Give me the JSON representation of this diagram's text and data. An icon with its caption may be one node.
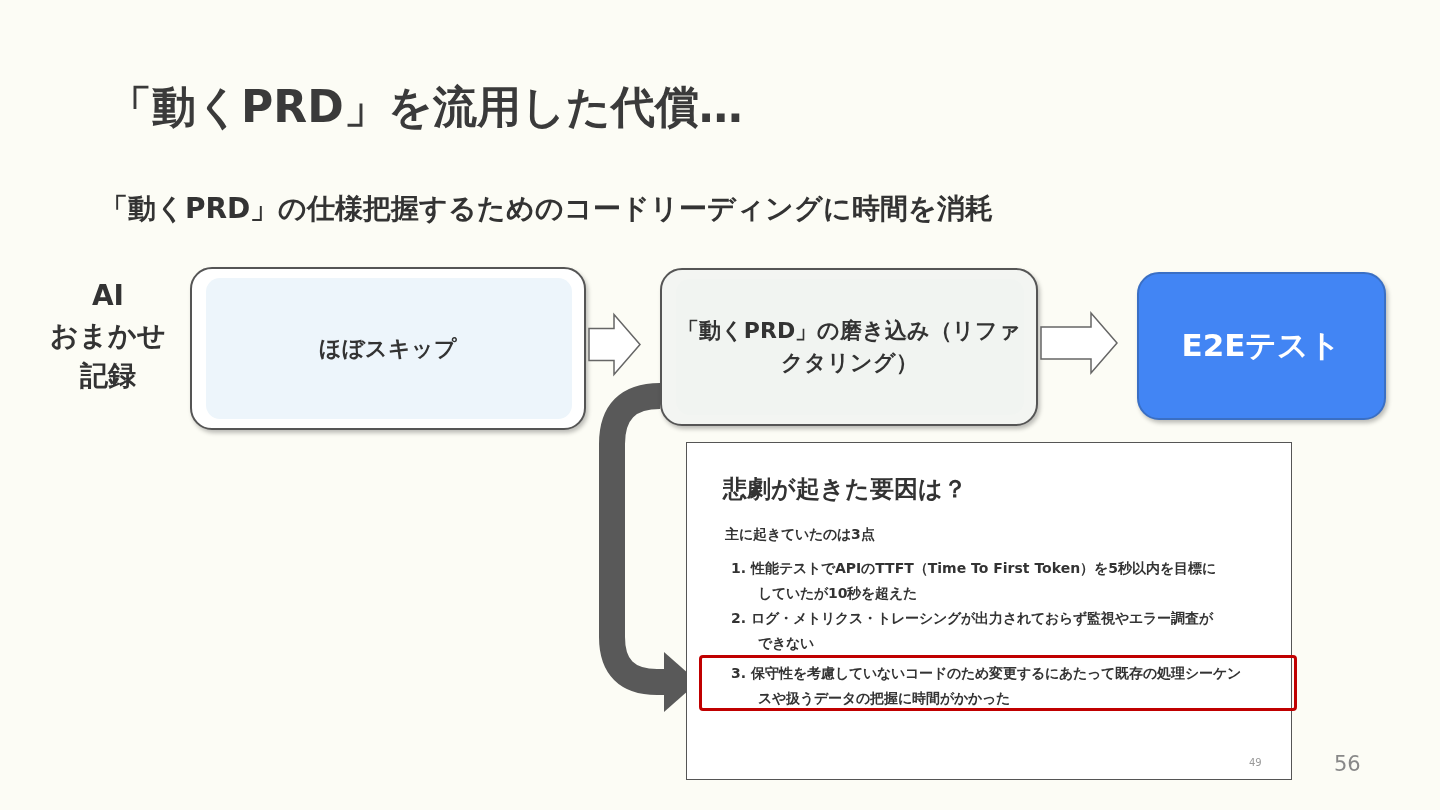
{
  "diagram": {
    "title": "「動くPRD」を流用した代償…",
    "nodes": [
      {
        "text": [
          "ほぼスキップ"
        ]
      },
      {
        "text": [
          "「動くPRD」の磨き込み（リファクタリング）"
        ]
      },
      {
        "text": [
          "E2Eテスト"
        ]
      },
      {
        "text": [
          "悲劇が起きた要因は？",
          "主に起きていたのは3点",
          "1. 性能テストでAPIのTTFT（Time To First Token）を5秒以内を目標にしていたが10秒を超えた",
          "2. ログ・メトリクス・トレーシングが出力されておらず監視やエラー調査ができない",
          "49"
        ]
      },
      {
        "text": [
          "3. 保守性を考慮していないコードのため変更するにあたって既存の処理シーケンスや扱うデータの把握に時間がかかった"
        ],
        "in": 3
      }
    ],
    "edges": [
      {
        "from": 0,
        "to": 1,
        "arrow": "to"
      },
      {
        "from": 1,
        "to": 2,
        "arrow": "to"
      },
      {
        "from": 1,
        "to": 4,
        "arrow": "to",
        "color": "#595959"
      }
    ],
    "labels": [
      "「動くPRD」の仕様把握するためのコードリーディングに時間を消耗",
      "AI おまかせ記録",
      "56"
    ]
  }
}
